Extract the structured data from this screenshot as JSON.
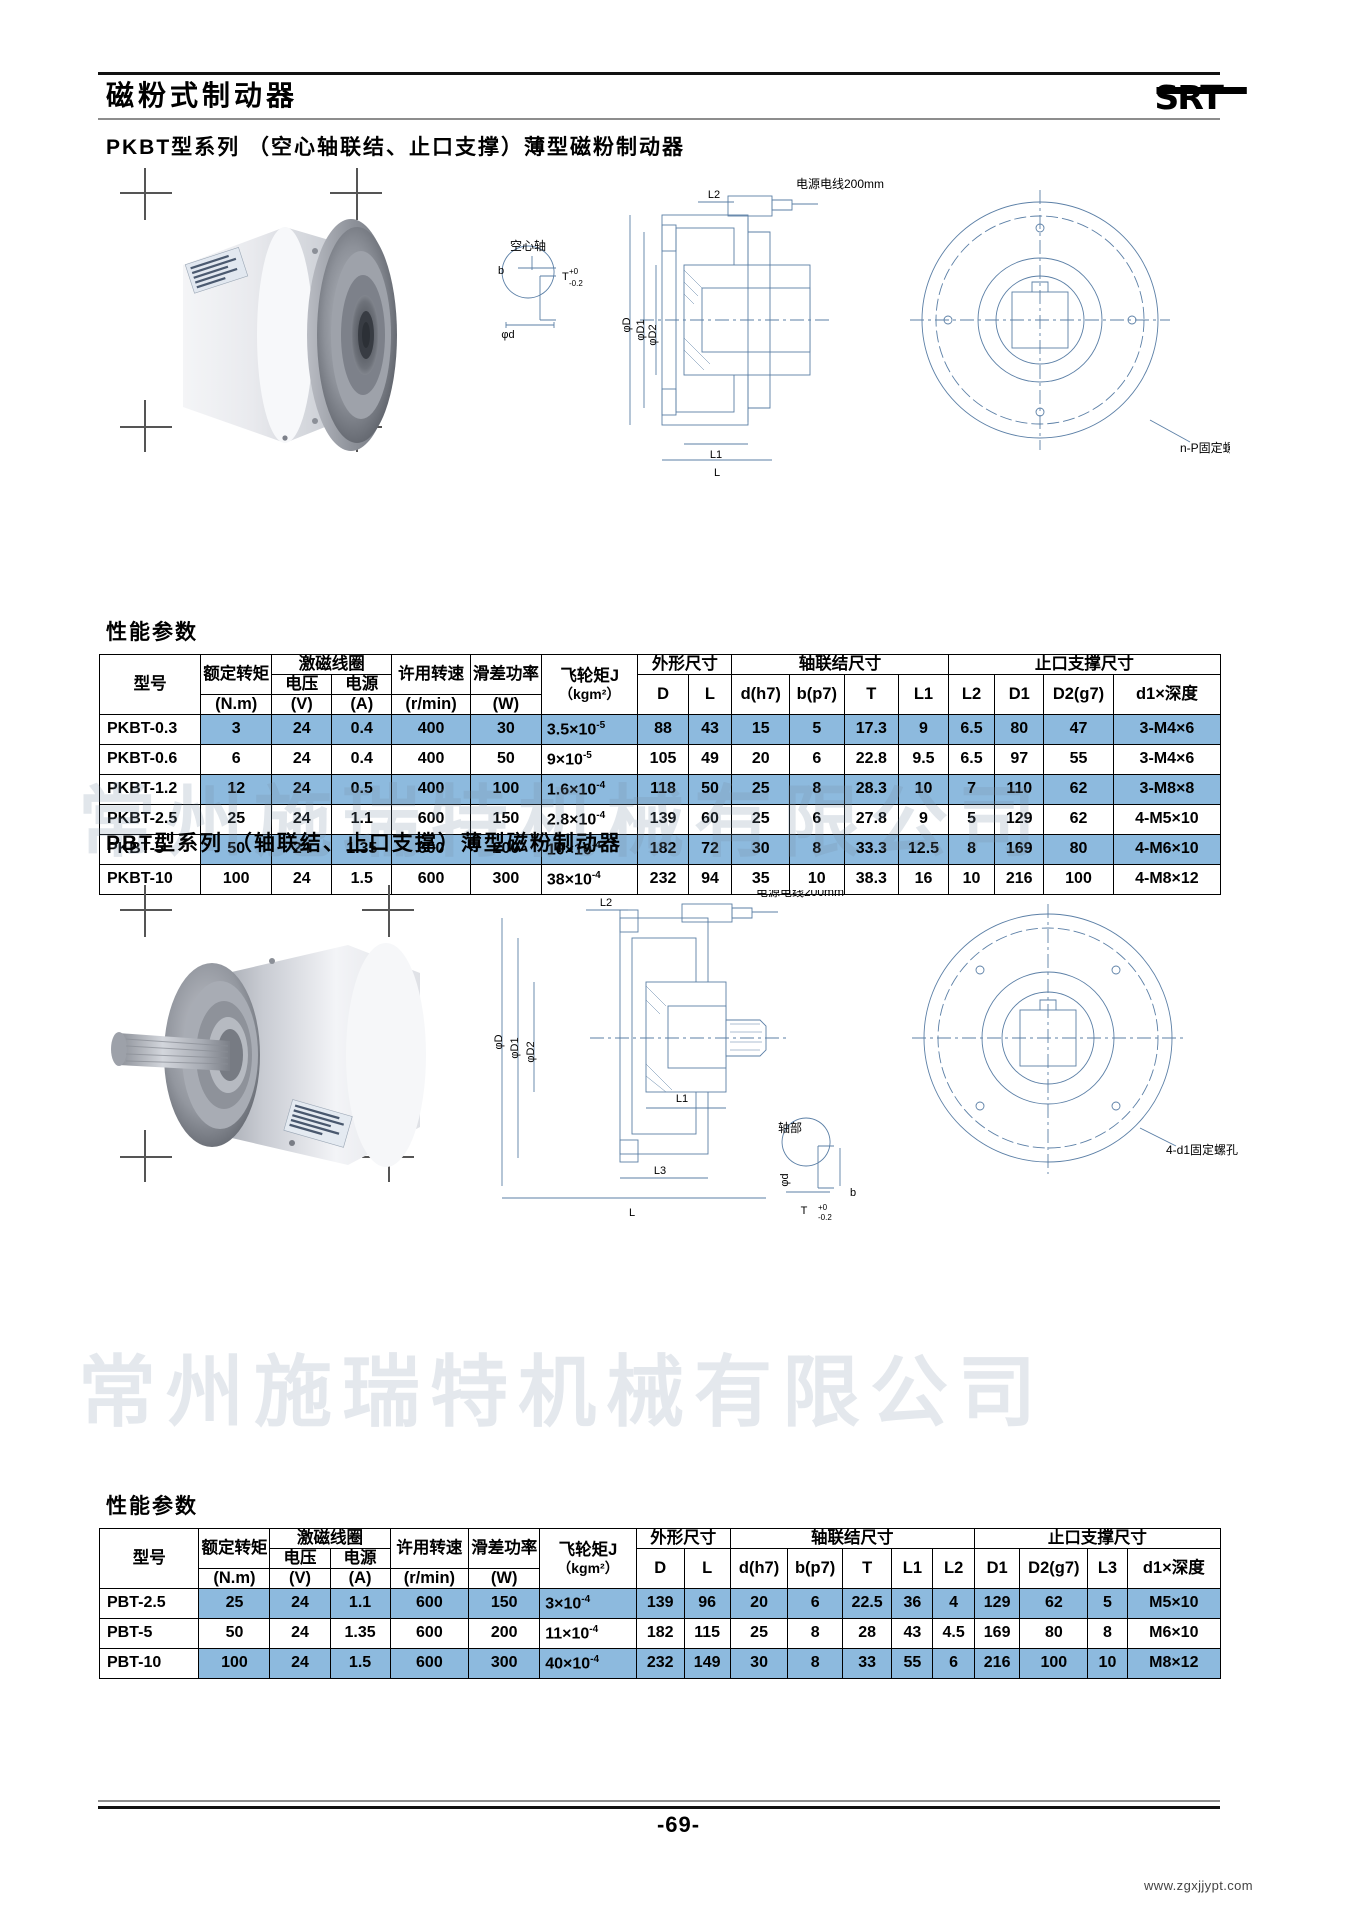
{
  "header": {
    "title": "磁粉式制动器",
    "logo": "SRT"
  },
  "sections": [
    {
      "heading": "PKBT型系列 （空心轴联结、止口支撑）薄型磁粉制动器",
      "perf_title": "性能参数",
      "drawing_labels": {
        "power_cable": "电源电线200mm",
        "hollow_shaft": "空心轴",
        "fix_holes": "n-P固定螺孔",
        "b": "b",
        "phiD": "φD",
        "phiD1": "φD1",
        "phiD2": "φD2",
        "phid": "φd",
        "L": "L",
        "L1": "L1",
        "L2": "L2",
        "T": "T"
      }
    },
    {
      "heading": "PBT型系列 （轴联结、止口支撑）薄型磁粉制动器",
      "perf_title": "性能参数",
      "drawing_labels": {
        "power_cable": "电源电线200mm",
        "shaft_part": "轴部",
        "fix_holes": "4-d1固定螺孔",
        "b": "b",
        "phiD": "φD",
        "phiD1": "φD1",
        "phiD2": "φD2",
        "phid": "φd",
        "L": "L",
        "L1": "L1",
        "L2": "L2",
        "L3": "L3",
        "T": "T"
      }
    }
  ],
  "table1": {
    "group_headers": {
      "model": "型号",
      "rated_torque": "额定转矩",
      "rated_torque_unit": "(N.m)",
      "coil": "激磁线圈",
      "voltage": "电压",
      "voltage_unit": "(V)",
      "current": "电源",
      "current_unit": "(A)",
      "speed": "许用转速",
      "speed_unit": "(r/min)",
      "slip_power": "滑差功率",
      "slip_power_unit": "(W)",
      "inertia": "飞轮矩J",
      "inertia_unit": "（kgm²）",
      "outline": "外形尺寸",
      "shaft_conn": "轴联结尺寸",
      "spigot": "止口支撑尺寸",
      "D": "D",
      "L": "L",
      "d_h7": "d(h7)",
      "b_p7": "b(p7)",
      "T": "T",
      "L1": "L1",
      "L2": "L2",
      "D1": "D1",
      "D2_g7": "D2(g7)",
      "d1_depth": "d1×深度"
    },
    "rows": [
      {
        "model": "PKBT-0.3",
        "torque": "3",
        "voltage": "24",
        "current": "0.4",
        "speed": "400",
        "slip": "30",
        "inertia_base": "3.5×10",
        "inertia_exp": "-5",
        "D": "88",
        "L": "43",
        "d": "15",
        "b": "5",
        "T": "17.3",
        "L1": "9",
        "L2": "6.5",
        "D1": "80",
        "D2": "47",
        "d1": "3-M4×6",
        "alt": true
      },
      {
        "model": "PKBT-0.6",
        "torque": "6",
        "voltage": "24",
        "current": "0.4",
        "speed": "400",
        "slip": "50",
        "inertia_base": "9×10",
        "inertia_exp": "-5",
        "D": "105",
        "L": "49",
        "d": "20",
        "b": "6",
        "T": "22.8",
        "L1": "9.5",
        "L2": "6.5",
        "D1": "97",
        "D2": "55",
        "d1": "3-M4×6",
        "alt": false
      },
      {
        "model": "PKBT-1.2",
        "torque": "12",
        "voltage": "24",
        "current": "0.5",
        "speed": "400",
        "slip": "100",
        "inertia_base": "1.6×10",
        "inertia_exp": "-4",
        "D": "118",
        "L": "50",
        "d": "25",
        "b": "8",
        "T": "28.3",
        "L1": "10",
        "L2": "7",
        "D1": "110",
        "D2": "62",
        "d1": "3-M8×8",
        "alt": true
      },
      {
        "model": "PKBT-2.5",
        "torque": "25",
        "voltage": "24",
        "current": "1.1",
        "speed": "600",
        "slip": "150",
        "inertia_base": "2.8×10",
        "inertia_exp": "-4",
        "D": "139",
        "L": "60",
        "d": "25",
        "b": "6",
        "T": "27.8",
        "L1": "9",
        "L2": "5",
        "D1": "129",
        "D2": "62",
        "d1": "4-M5×10",
        "alt": false
      },
      {
        "model": "PKBT-5",
        "torque": "50",
        "voltage": "24",
        "current": "1.35",
        "speed": "600",
        "slip": "200",
        "inertia_base": "10×10",
        "inertia_exp": "-4",
        "D": "182",
        "L": "72",
        "d": "30",
        "b": "8",
        "T": "33.3",
        "L1": "12.5",
        "L2": "8",
        "D1": "169",
        "D2": "80",
        "d1": "4-M6×10",
        "alt": true
      },
      {
        "model": "PKBT-10",
        "torque": "100",
        "voltage": "24",
        "current": "1.5",
        "speed": "600",
        "slip": "300",
        "inertia_base": "38×10",
        "inertia_exp": "-4",
        "D": "232",
        "L": "94",
        "d": "35",
        "b": "10",
        "T": "38.3",
        "L1": "16",
        "L2": "10",
        "D1": "216",
        "D2": "100",
        "d1": "4-M8×12",
        "alt": false
      }
    ]
  },
  "table2": {
    "group_headers": {
      "model": "型号",
      "rated_torque": "额定转矩",
      "rated_torque_unit": "(N.m)",
      "coil": "激磁线圈",
      "voltage": "电压",
      "voltage_unit": "(V)",
      "current": "电源",
      "current_unit": "(A)",
      "speed": "许用转速",
      "speed_unit": "(r/min)",
      "slip_power": "滑差功率",
      "slip_power_unit": "(W)",
      "inertia": "飞轮矩J",
      "inertia_unit": "（kgm²）",
      "outline": "外形尺寸",
      "shaft_conn": "轴联结尺寸",
      "spigot": "止口支撑尺寸",
      "D": "D",
      "L": "L",
      "d_h7": "d(h7)",
      "b_p7": "b(p7)",
      "T": "T",
      "L1": "L1",
      "L2": "L2",
      "D1": "D1",
      "D2_g7": "D2(g7)",
      "L3": "L3",
      "d1_depth": "d1×深度"
    },
    "rows": [
      {
        "model": "PBT-2.5",
        "torque": "25",
        "voltage": "24",
        "current": "1.1",
        "speed": "600",
        "slip": "150",
        "inertia_base": "3×10",
        "inertia_exp": "-4",
        "D": "139",
        "L": "96",
        "d": "20",
        "b": "6",
        "T": "22.5",
        "L1": "36",
        "L2": "4",
        "D1": "129",
        "D2": "62",
        "L3": "5",
        "d1": "M5×10",
        "alt": true
      },
      {
        "model": "PBT-5",
        "torque": "50",
        "voltage": "24",
        "current": "1.35",
        "speed": "600",
        "slip": "200",
        "inertia_base": "11×10",
        "inertia_exp": "-4",
        "D": "182",
        "L": "115",
        "d": "25",
        "b": "8",
        "T": "28",
        "L1": "43",
        "L2": "4.5",
        "D1": "169",
        "D2": "80",
        "L3": "8",
        "d1": "M6×10",
        "alt": false
      },
      {
        "model": "PBT-10",
        "torque": "100",
        "voltage": "24",
        "current": "1.5",
        "speed": "600",
        "slip": "300",
        "inertia_base": "40×10",
        "inertia_exp": "-4",
        "D": "232",
        "L": "149",
        "d": "30",
        "b": "8",
        "T": "33",
        "L1": "55",
        "L2": "6",
        "D1": "216",
        "D2": "100",
        "L3": "10",
        "d1": "M8×12",
        "alt": true
      }
    ]
  },
  "watermark": "常州施瑞特机械有限公司",
  "footer": {
    "page": "-69-",
    "url": "www.zgxjjypt.com"
  },
  "colors": {
    "row_highlight": "#8dbade",
    "rule": "#111111",
    "drawing_blue": "#5b7fa6"
  }
}
